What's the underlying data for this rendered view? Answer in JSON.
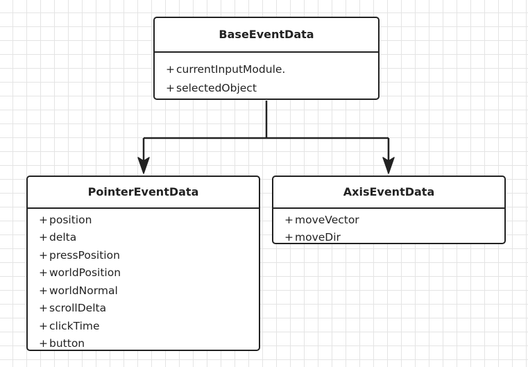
{
  "diagram": {
    "classes": [
      {
        "id": "base",
        "name": "BaseEventData",
        "attributes": [
          "currentInputModule.",
          "selectedObject"
        ]
      },
      {
        "id": "pointer",
        "name": "PointerEventData",
        "attributes": [
          "position",
          "delta",
          "pressPosition",
          "worldPosition",
          "worldNormal",
          "scrollDelta",
          "clickTime",
          "button"
        ]
      },
      {
        "id": "axis",
        "name": "AxisEventData",
        "attributes": [
          "moveVector",
          "moveDir"
        ]
      }
    ],
    "attribute_prefix": "+",
    "relations": [
      {
        "from": "base",
        "to": "pointer",
        "arrow": "open-triangle"
      },
      {
        "from": "base",
        "to": "axis",
        "arrow": "open-triangle"
      }
    ],
    "colors": {
      "background": "#ffffff",
      "grid": "#e4e4e4",
      "stroke": "#222222",
      "text": "#222222"
    }
  }
}
